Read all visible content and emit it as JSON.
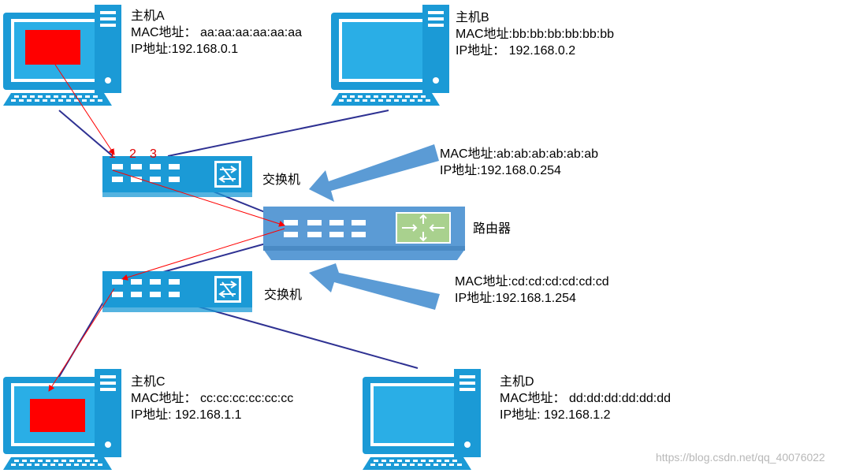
{
  "hosts": {
    "a": {
      "name": "主机A",
      "mac": "MAC地址： aa:aa:aa:aa:aa:aa",
      "ip": "IP地址:192.168.0.1",
      "screen_color": "#ff0000"
    },
    "b": {
      "name": "主机B",
      "mac": "MAC地址:bb:bb:bb:bb:bb:bb",
      "ip": "IP地址： 192.168.0.2",
      "screen_color": "#2aaee6"
    },
    "c": {
      "name": "主机C",
      "mac": "MAC地址： cc:cc:cc:cc:cc:cc",
      "ip": "IP地址: 192.168.1.1",
      "screen_color": "#ff0000"
    },
    "d": {
      "name": "主机D",
      "mac": "MAC地址： dd:dd:dd:dd:dd:dd",
      "ip": "IP地址: 192.168.1.2",
      "screen_color": "#2aaee6"
    }
  },
  "switches": {
    "top": {
      "label": "交换机"
    },
    "bottom": {
      "label": "交换机"
    }
  },
  "router": {
    "label": "路由器",
    "iface_top": {
      "mac": "MAC地址:ab:ab:ab:ab:ab:ab",
      "ip": "IP地址:192.168.0.254"
    },
    "iface_bottom": {
      "mac": "MAC地址:cd:cd:cd:cd:cd:cd",
      "ip": "IP地址:192.168.1.254"
    }
  },
  "port_numbers": [
    "1",
    "2",
    "3"
  ],
  "watermark": "https://blog.csdn.net/qq_40076022",
  "colors": {
    "device": "#1b9ad6",
    "link": "#2e3192",
    "packet_path": "#ff0000",
    "router_body": "#5b9bd5",
    "callout_arrow": "#5b9bd5"
  }
}
